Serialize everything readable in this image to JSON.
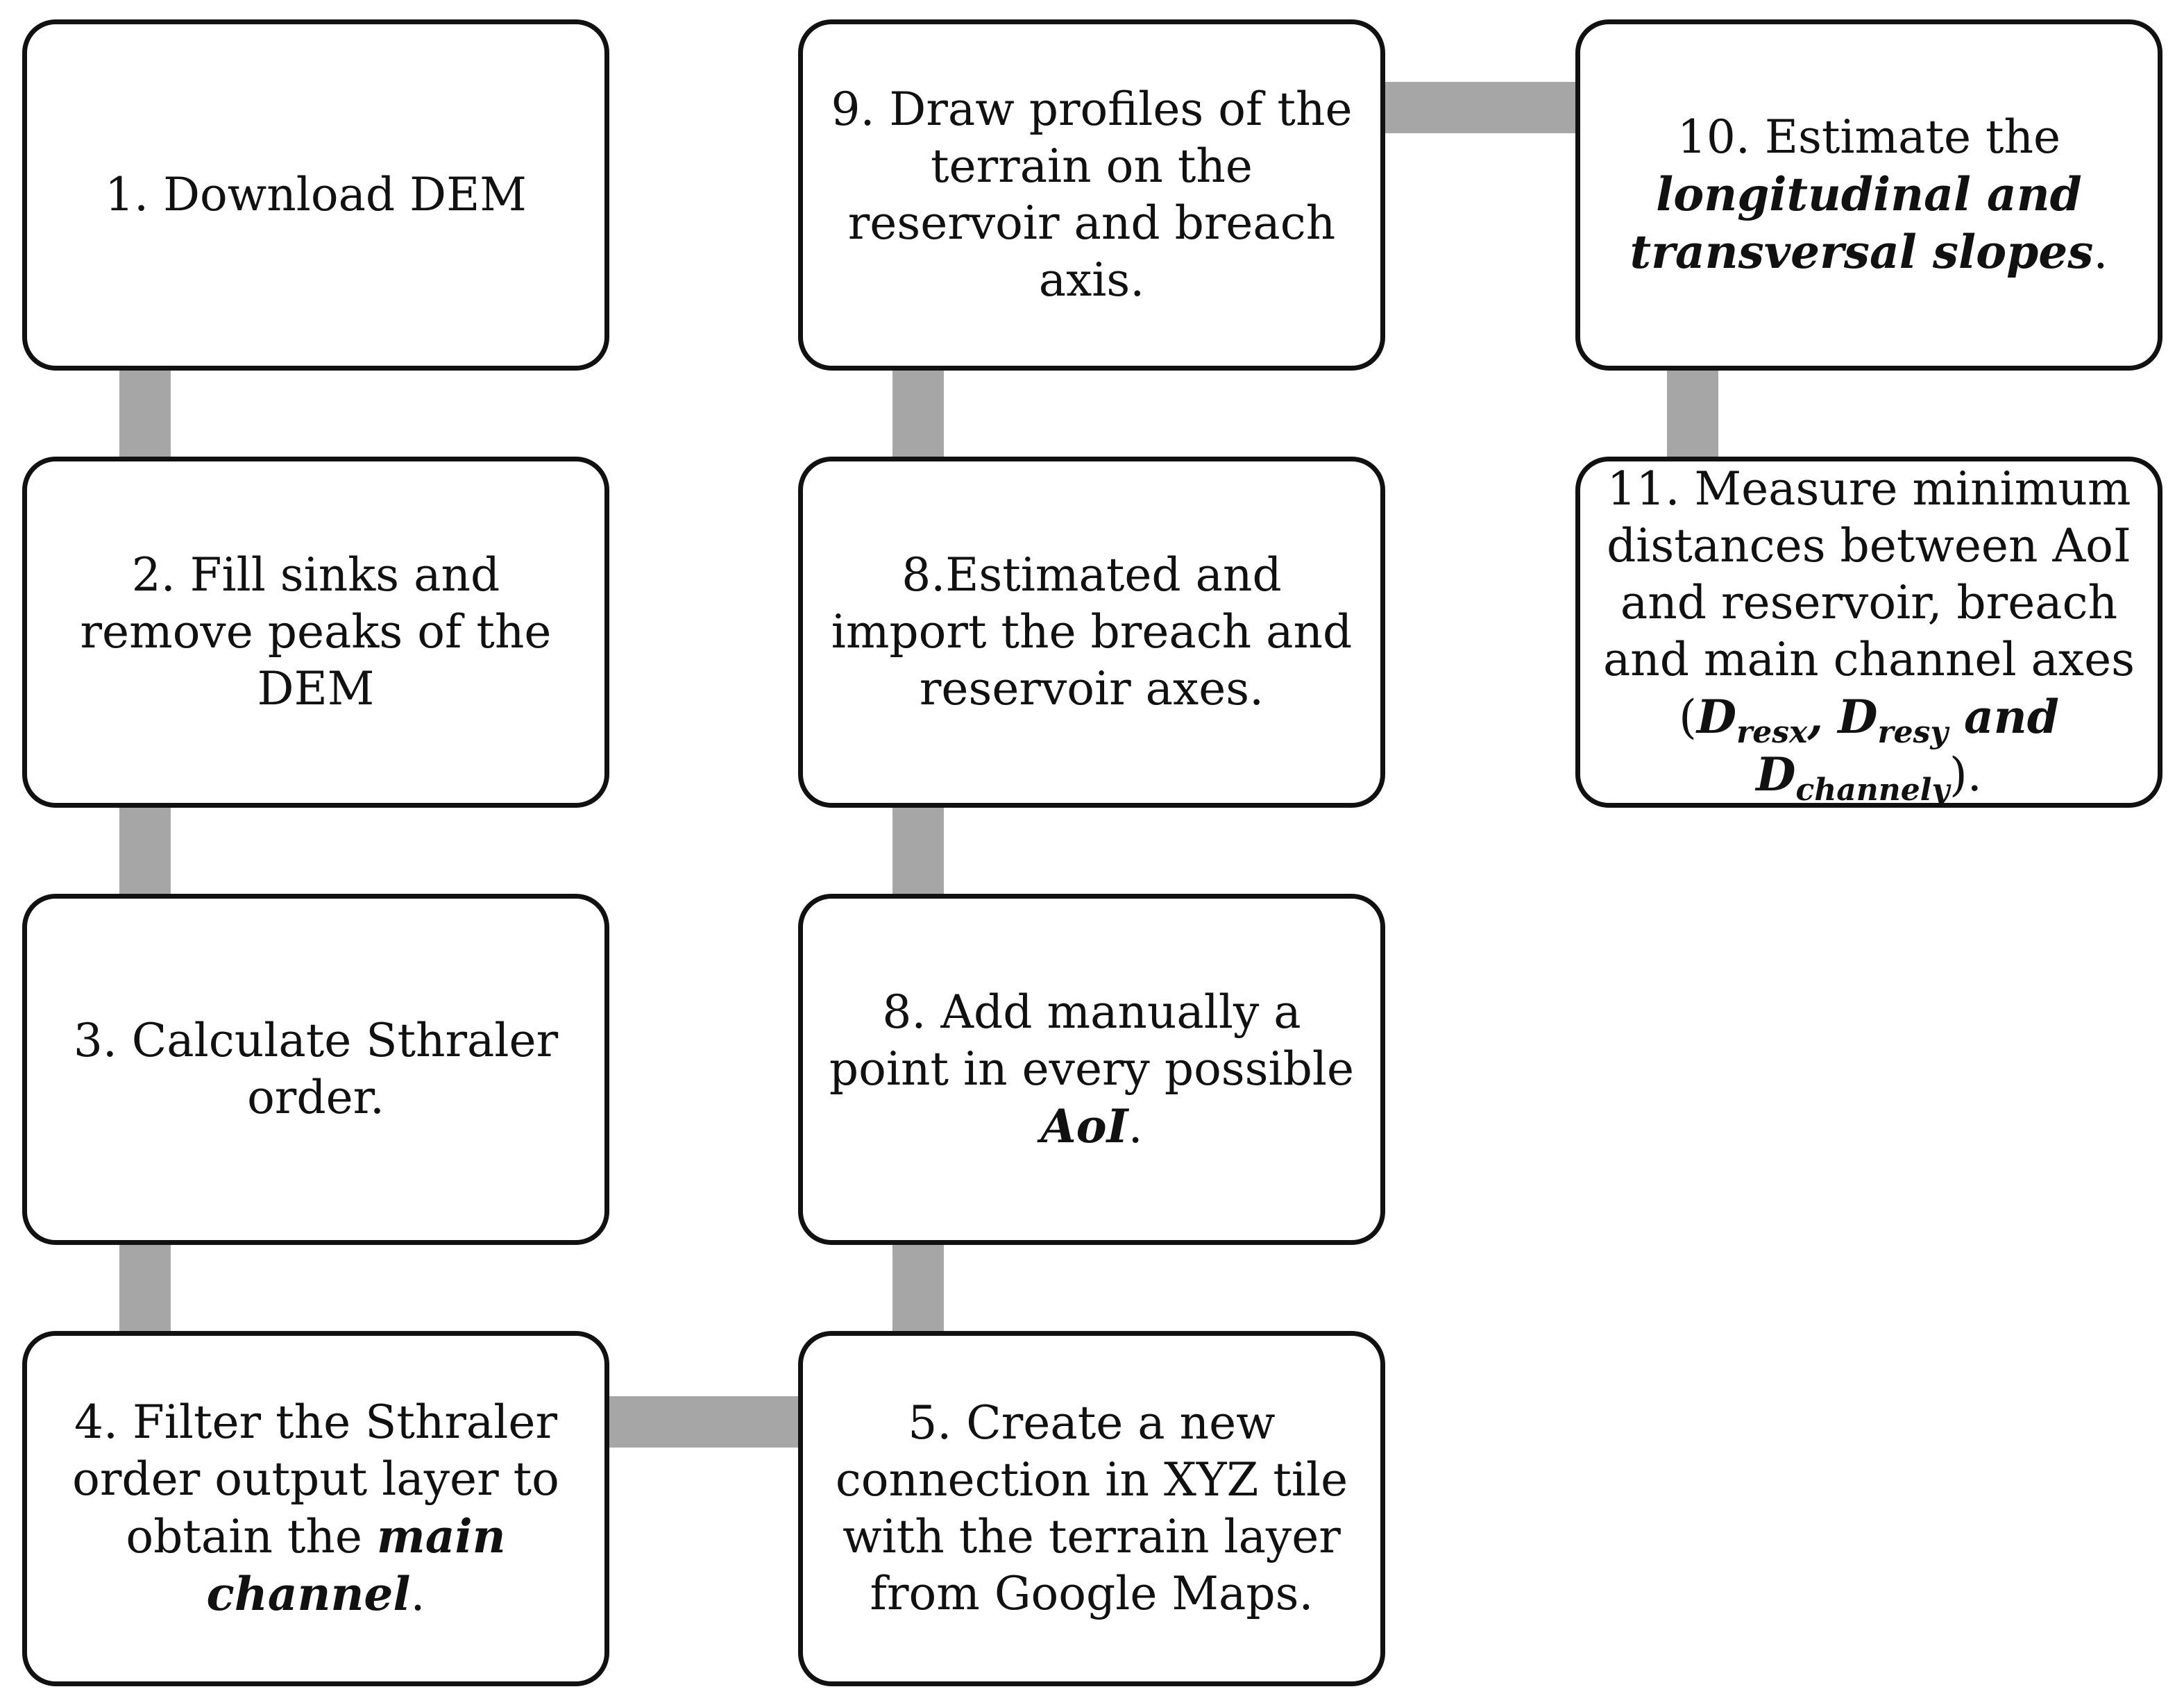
{
  "steps": {
    "s1": {
      "text": "1. Download DEM"
    },
    "s2": {
      "text": "2. Fill sinks and remove peaks of the DEM"
    },
    "s3": {
      "text": "3. Calculate Sthraler order."
    },
    "s4": {
      "pre": "4. Filter the Sthraler order output layer to obtain the ",
      "em": "main channel",
      "post": "."
    },
    "s5": {
      "text": "5. Create a new connection in XYZ tile with the terrain layer from Google Maps."
    },
    "s8a": {
      "pre": "8. Add manually a point in every possible ",
      "em": "AoI",
      "post": "."
    },
    "s8b": {
      "text": "8.Estimated and import the breach and reservoir axes."
    },
    "s9": {
      "text": "9. Draw profiles of the terrain on the reservoir and breach axis."
    },
    "s10": {
      "pre": "10. Estimate the ",
      "em": "longitudinal and transversal slopes",
      "post": "."
    },
    "s11": {
      "pre": "11. Measure minimum distances between AoI and reservoir, breach and main channel axes (",
      "d1": "D",
      "d1_sub": "resx",
      "sep1": ",",
      "d2": "D",
      "d2_sub": "resy",
      "sep2": " and ",
      "d3": "D",
      "d3_sub": "channely",
      "post": ")."
    }
  }
}
